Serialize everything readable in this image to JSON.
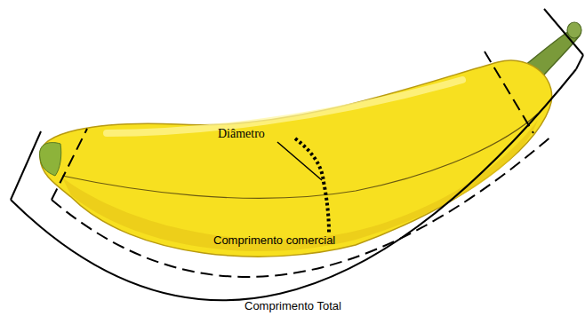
{
  "diagram": {
    "labels": [
      "Diâmetro",
      "Comprimento comercial",
      "Comprimento Total"
    ]
  }
}
